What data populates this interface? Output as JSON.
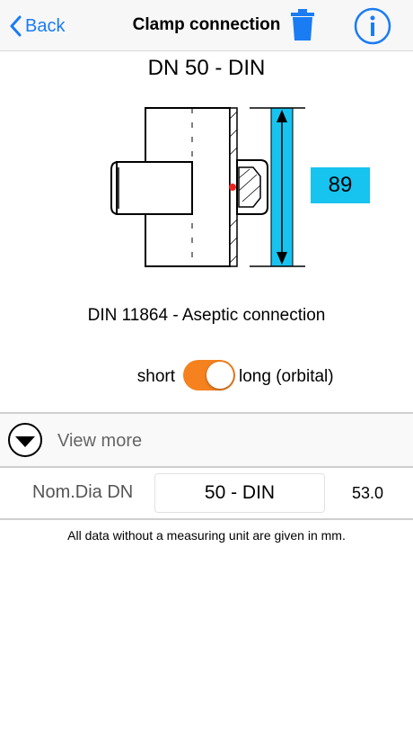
{
  "nav": {
    "back_label": "Back",
    "title": "Clamp connection",
    "trash_icon": "trash-icon",
    "info_icon": "info-icon"
  },
  "header": {
    "size_title": "DN 50 - DIN"
  },
  "drawing": {
    "dimension_value": "89",
    "highlight_color": "#17c3ef",
    "seal_dot_color": "#e8251f"
  },
  "description": "DIN 11864 - Aseptic connection",
  "toggle": {
    "left_label": "short",
    "right_label": "long (orbital)",
    "state": "long",
    "color": "#f5821f"
  },
  "view_more": {
    "label": "View more",
    "icon": "chevron-down-circle-icon"
  },
  "params": [
    {
      "label": "Nom.Dia DN",
      "selected": "50 - DIN",
      "value": "53.0"
    }
  ],
  "footnote": "All data without a measuring unit are given in mm.",
  "colors": {
    "accent": "#1a7cf2",
    "toggle": "#f5821f",
    "dimension": "#17c3ef"
  }
}
